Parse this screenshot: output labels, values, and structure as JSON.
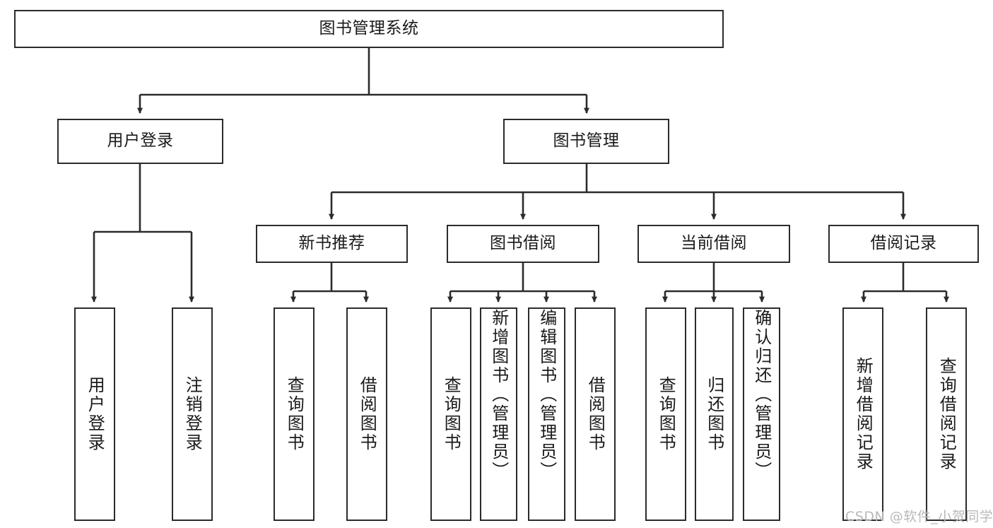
{
  "diagram": {
    "title": "图书管理系统",
    "type": "tree",
    "colors": {
      "stroke": "#2b2b2b",
      "fill": "#ffffff",
      "text": "#1a1a1a",
      "watermark": "#b9b9b9"
    },
    "watermark": "CSDN @软件_小贺同学",
    "nodes": {
      "root": {
        "label": "图书管理系统"
      },
      "level2": [
        {
          "label": "用户登录"
        },
        {
          "label": "图书管理"
        }
      ],
      "level3": [
        {
          "label": "新书推荐"
        },
        {
          "label": "图书借阅"
        },
        {
          "label": "当前借阅"
        },
        {
          "label": "借阅记录"
        }
      ],
      "leaves_user_login": [
        {
          "label": "用户登录"
        },
        {
          "label": "注销登录"
        }
      ],
      "leaves_new_book": [
        {
          "label": "查询图书"
        },
        {
          "label": "借阅图书"
        }
      ],
      "leaves_borrow": [
        {
          "label": "查询图书"
        },
        {
          "label": "新增图书（管理员）"
        },
        {
          "label": "编辑图书（管理员）"
        },
        {
          "label": "借阅图书"
        }
      ],
      "leaves_current": [
        {
          "label": "查询图书"
        },
        {
          "label": "归还图书"
        },
        {
          "label": "确认归还（管理员）"
        }
      ],
      "leaves_record": [
        {
          "label": "新增借阅记录"
        },
        {
          "label": "查询借阅记录"
        }
      ]
    }
  }
}
